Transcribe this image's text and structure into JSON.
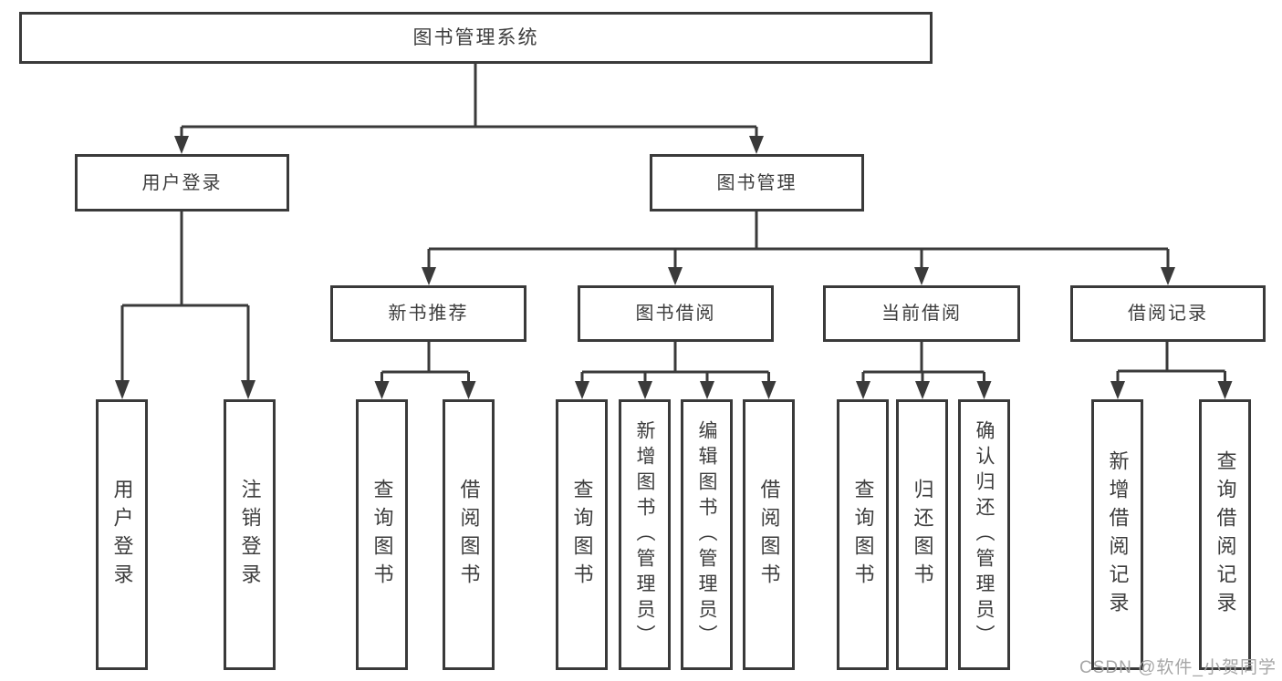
{
  "colors": {
    "line": "#3a3a3a",
    "text": "#3d3d3d",
    "background": "#ffffff",
    "watermark": "#a6a6a6"
  },
  "watermark": "CSDN @软件_小贺同学",
  "tree": {
    "label": "图书管理系统",
    "children": [
      {
        "label": "用户登录",
        "children": [
          {
            "label": "用户登录"
          },
          {
            "label": "注销登录"
          }
        ]
      },
      {
        "label": "图书管理",
        "children": [
          {
            "label": "新书推荐",
            "children": [
              {
                "label": "查询图书"
              },
              {
                "label": "借阅图书"
              }
            ]
          },
          {
            "label": "图书借阅",
            "children": [
              {
                "label": "查询图书"
              },
              {
                "label": "新增图书（管理员）"
              },
              {
                "label": "编辑图书（管理员）"
              },
              {
                "label": "借阅图书"
              }
            ]
          },
          {
            "label": "当前借阅",
            "children": [
              {
                "label": "查询图书"
              },
              {
                "label": "归还图书"
              },
              {
                "label": "确认归还（管理员）"
              }
            ]
          },
          {
            "label": "借阅记录",
            "children": [
              {
                "label": "新增借阅记录"
              },
              {
                "label": "查询借阅记录"
              }
            ]
          }
        ]
      }
    ]
  }
}
